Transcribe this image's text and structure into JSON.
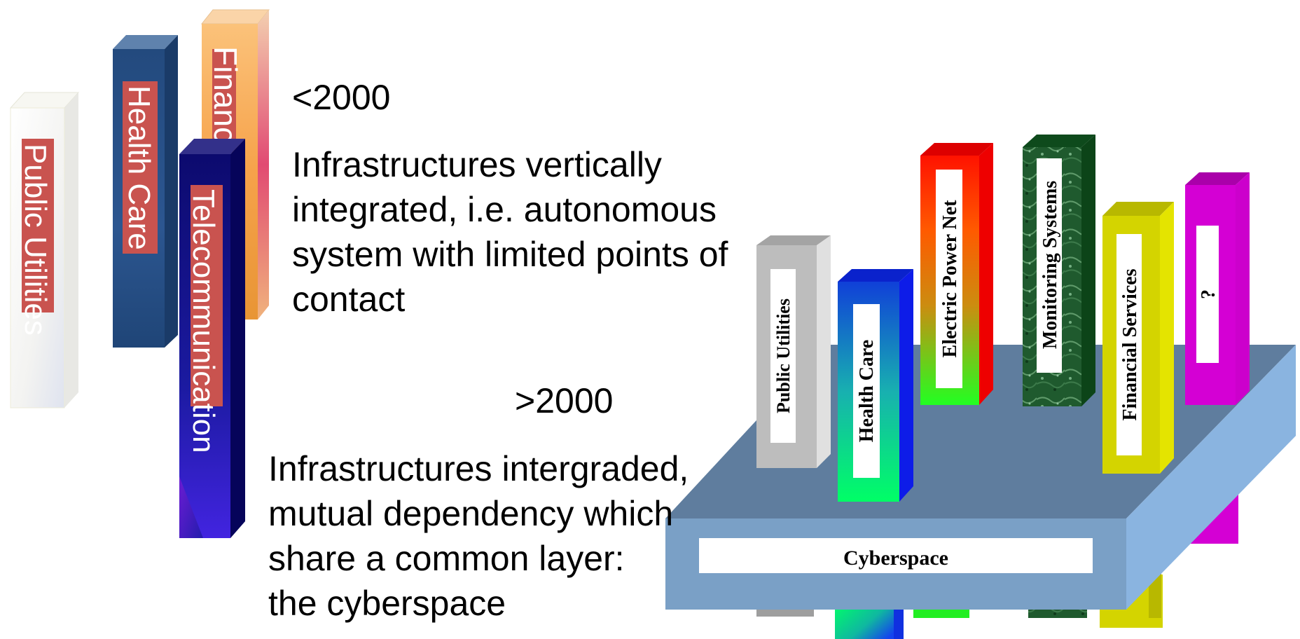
{
  "before": {
    "era": "<2000",
    "description": [
      "Infrastructures vertically",
      "integrated, i.e. autonomous",
      "system with limited points of",
      "contact"
    ],
    "pillars": [
      {
        "label": "Public Utilities",
        "color": "#f4f4f4"
      },
      {
        "label": "Health Care",
        "color": "#2a5288"
      },
      {
        "label": "Finance",
        "color": "#f6a24a"
      },
      {
        "label": "Telecommunication",
        "color": "#17128a"
      }
    ],
    "label_bg_color": "#c9534f"
  },
  "after": {
    "era": ">2000",
    "description": [
      "Infrastructures intergraded,",
      "mutual dependency which",
      "share a common layer:",
      "the cyberspace"
    ],
    "pillars": [
      {
        "label": "Public Utilities",
        "color": "#bdbdbd"
      },
      {
        "label": "Health Care",
        "color": "#11c655"
      },
      {
        "label": "Electric Power Net",
        "color": "#ff2200"
      },
      {
        "label": "Monitoring Systems",
        "color": "#1f5a2e"
      },
      {
        "label": "Financial Services",
        "color": "#d4d400"
      },
      {
        "label": "?",
        "color": "#d400d4"
      }
    ],
    "platform": {
      "label": "Cyberspace",
      "color": "#5f7d9e"
    }
  }
}
